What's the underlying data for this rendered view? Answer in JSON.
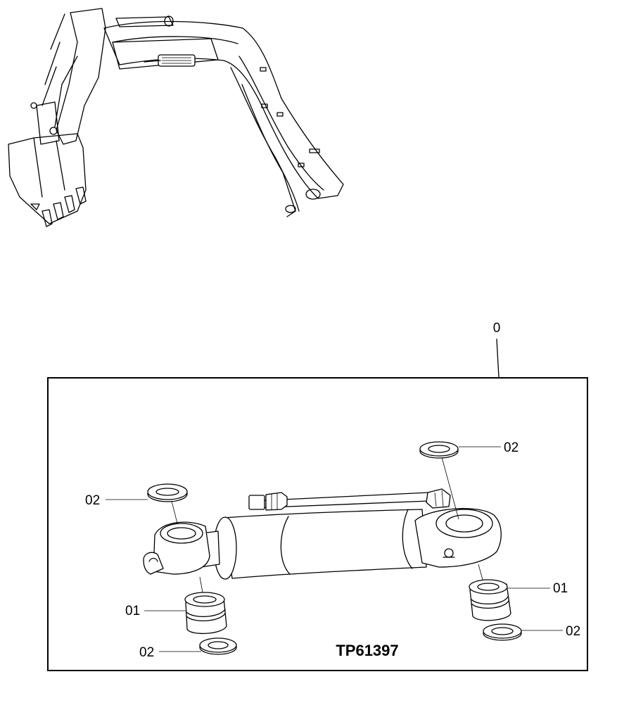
{
  "figure_id": "TP61397",
  "assembly_callout": "0",
  "callouts": {
    "washer_top_left": "02",
    "washer_top_right": "02",
    "bushing_left": "01",
    "bushing_right": "01",
    "washer_bottom_left": "02",
    "washer_bottom_right": "02"
  }
}
